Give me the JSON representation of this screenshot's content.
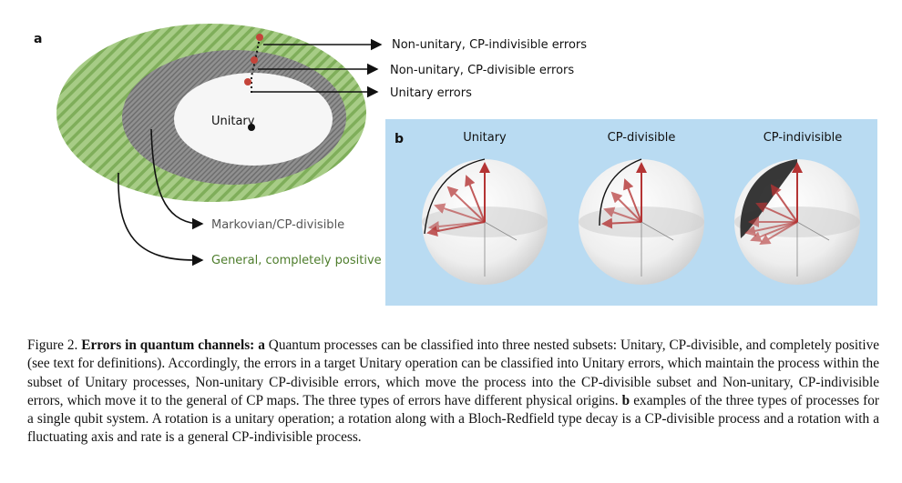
{
  "panel_a": {
    "letter": "a",
    "regions": {
      "unitary": "Unitary",
      "markovian": "Markovian/CP-divisible",
      "general": "General, completely positive"
    },
    "errors": {
      "indivisible": "Non-unitary, CP-indivisible errors",
      "divisible": "Non-unitary, CP-divisible errors",
      "unitary": "Unitary errors"
    },
    "colors": {
      "outer": "#9cc47a",
      "middle": "#8a8a8a",
      "inner": "#f6f6f6",
      "error_dot": "#c4443a"
    }
  },
  "panel_b": {
    "letter": "b",
    "background": "#b9dbf2",
    "titles": [
      "Unitary",
      "CP-divisible",
      "CP-indivisible"
    ]
  },
  "caption": {
    "fig_label": "Figure 2.",
    "bold_title": "Errors in quantum channels:",
    "a_marker": "a",
    "text_a": "Quantum processes can be classified into three nested subsets: Unitary, CP-divisible, and completely positive (see text for definitions). Accordingly, the errors in a target Unitary operation can be classified into Unitary errors, which maintain the process within the subset of Unitary processes, Non-unitary CP-divisible errors, which move the process into the CP-divisible subset and Non-unitary, CP-indivisible errors, which move it to the general of CP maps. The three types of errors have different physical origins.",
    "b_marker": "b",
    "text_b": "examples of the three types of processes for a single qubit system. A rotation is a unitary operation; a rotation along with a Bloch-Redfield type decay is a CP-divisible process and a rotation with a fluctuating axis and rate is a general CP-indivisible process."
  }
}
